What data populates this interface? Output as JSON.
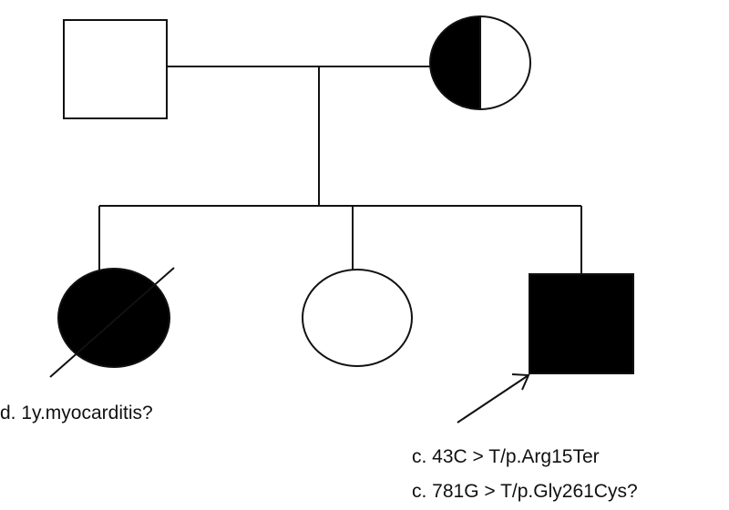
{
  "pedigree": {
    "generation_1": {
      "father": {
        "sex": "male",
        "status": "unaffected"
      },
      "mother": {
        "sex": "female",
        "status": "carrier-half-filled"
      }
    },
    "generation_2": [
      {
        "sex": "female",
        "status": "affected",
        "deceased": true,
        "note": "d. 1y.myocarditis?"
      },
      {
        "sex": "female",
        "status": "unaffected"
      },
      {
        "sex": "male",
        "status": "affected",
        "proband": true,
        "variants": [
          "c. 43C > T/p.Arg15Ter",
          "c. 781G > T/p.Gly261Cys?"
        ]
      }
    ]
  },
  "colors": {
    "line": "#111111",
    "fill_affected": "#000000",
    "fill_unaffected": "#ffffff"
  }
}
